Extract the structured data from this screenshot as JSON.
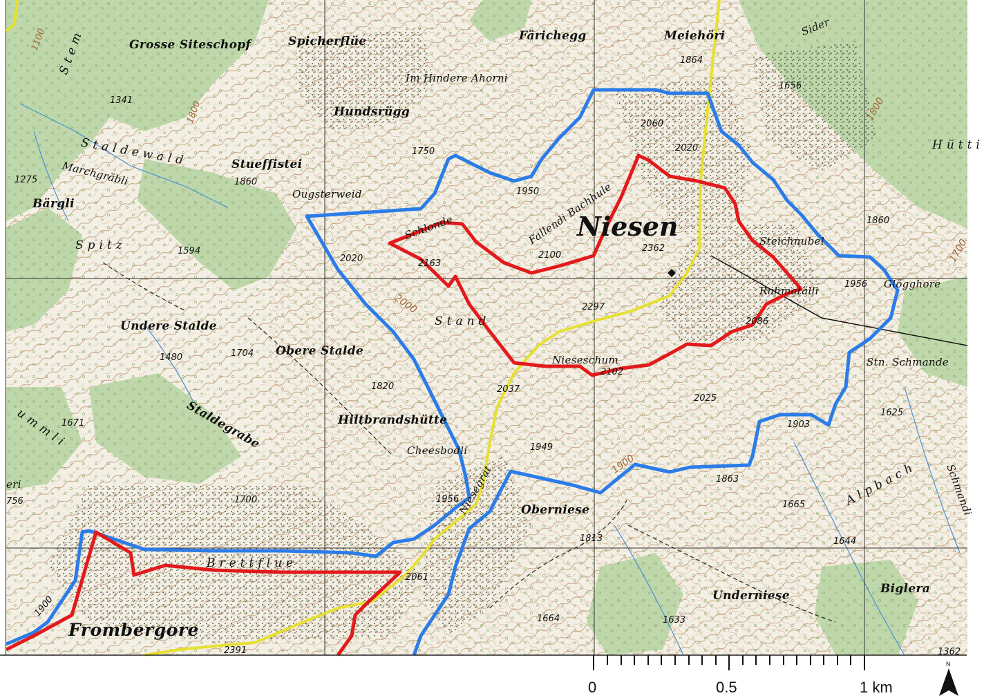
{
  "map": {
    "colors": {
      "background": "#f4efe4",
      "forest": "#b9d5a4",
      "contour": "#b58559",
      "grid": "#333333",
      "route_blue": "#2b7ce8",
      "route_red": "#e31a1c",
      "route_yellow": "#e6e030",
      "stream": "#4a8fd4"
    },
    "places": {
      "grosse_siteschopf": "Grosse Siteschopf",
      "spicherflue": "Spicherflüe",
      "farichegg": "Färichegg",
      "meiehori": "Meiehöri",
      "sider": "Sider",
      "im_hindere_ahorni": "Im Hindere Ahorni",
      "hundsrugg": "Hundsrügg",
      "staldewald": "Staldewald",
      "marchgrabli": "Marchgräbli",
      "stueffistei": "Stueffistei",
      "ougsterweid": "Ougsterweid",
      "bargli": "Bärgli",
      "spitz": "Spitz",
      "schlonde": "Schlonde",
      "fallendi_bachhule": "Fallendi Bachhule",
      "niesen": "Niesen",
      "steichnubel": "Steichnubel",
      "rahmatalli": "Rahmatälli",
      "glogghore": "Glögghore",
      "hutti": "Hütti",
      "undere_stalde": "Undere Stalde",
      "obere_stalde": "Obere Stalde",
      "stand": "Stand",
      "nieseschum": "Nieseschum",
      "stn_schmande": "Stn. Schmande",
      "hiltbrandshutte": "Hiltbrandshütte",
      "staldegrabe": "Staldegrabe",
      "cheesbodli": "Cheesbodli",
      "niesegrat": "Niesegrat",
      "oberniese": "Oberniese",
      "brettflue": "Brettflue",
      "underniese": "Underniese",
      "biglera": "Biglera",
      "frombergore": "Frombergore",
      "alpbach": "Alpbach",
      "schmandi": "Schmandi",
      "stem": "Stem",
      "ummli": "ummli",
      "eri": "eri"
    },
    "elevations": {
      "e1341": "1341",
      "e1864": "1864",
      "e1656": "1656",
      "e2060": "2060",
      "e2020a": "2020",
      "e1750": "1750",
      "e1950": "1950",
      "e1860a": "1860",
      "e1860b": "1860",
      "e1275": "1275",
      "e2100": "2100",
      "e2020b": "2020",
      "e2163": "2163",
      "e1594": "1594",
      "e2362": "2362",
      "e2297": "2297",
      "e1956": "1956",
      "e2086": "2086",
      "e1480": "1480",
      "e1704": "1704",
      "e2102": "2102",
      "e2037": "2037",
      "e1820": "1820",
      "e2025": "2025",
      "e1903": "1903",
      "e1625": "1625",
      "e1671": "1671",
      "e1949": "1949",
      "e1863": "1863",
      "e1665": "1665",
      "e1956b": "1956",
      "e1700": "1700",
      "e756": "756",
      "e1813": "1813",
      "e1644": "1644",
      "e2061": "2061",
      "e1664": "1664",
      "e1633": "1633",
      "e1362": "1362",
      "e2391": "2391",
      "e1900": "1900",
      "e1800": "1800",
      "e1100": "1100"
    },
    "contours": {
      "c2000": "2000",
      "c1900": "1900",
      "c1800": "1800",
      "c1100": "1100",
      "c1700": "1700"
    }
  },
  "scalebar": {
    "label_0": "0",
    "label_half": "0.5",
    "label_1": "1 km"
  },
  "north_arrow": {
    "label": "N"
  }
}
